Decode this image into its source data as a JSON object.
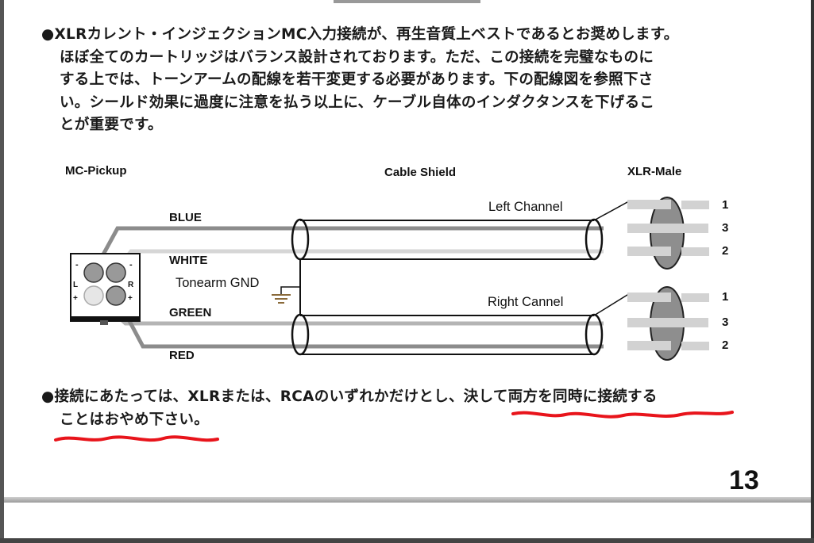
{
  "intro": {
    "bullet": "●",
    "lines": [
      "XLRカレント・インジェクションMC入力接続が、再生音質上ベストであるとお奨めします。",
      "ほぼ全てのカートリッジはバランス設計されております。ただ、この接続を完璧なものに",
      "する上では、トーンアームの配線を若干変更する必要があります。下の配線図を参照下さ",
      "い。シールド効果に過度に注意を払う以上に、ケーブル自体のインダクタンスを下げるこ",
      "とが重要です。"
    ]
  },
  "diagram": {
    "headings": {
      "pickup": "MC-Pickup",
      "shield": "Cable Shield",
      "xlr": "XLR-Male"
    },
    "wires": {
      "blue": "BLUE",
      "white": "WHITE",
      "green": "GREEN",
      "red": "RED"
    },
    "ground": "Tonearm GND",
    "left_channel": "Left Channel",
    "right_channel": "Right Cannel",
    "pins_left": [
      "1",
      "3",
      "2"
    ],
    "pins_right": [
      "1",
      "3",
      "2"
    ],
    "pickup_marks": {
      "left": "L",
      "right": "R",
      "plus": "+",
      "minus": "-"
    }
  },
  "note": {
    "bullet": "●",
    "line1_plain": "接続にあたっては、XLRまたは、RCAのいずれかだけとし、",
    "line1_emphasis": "決して両方を同時に接続する",
    "line2": "ことはおやめ下さい。"
  },
  "page_number": "13",
  "colors": {
    "annotation": "#e8141b",
    "wire_grey": "#8c8c8c",
    "wire_light": "#d2d2d2"
  }
}
